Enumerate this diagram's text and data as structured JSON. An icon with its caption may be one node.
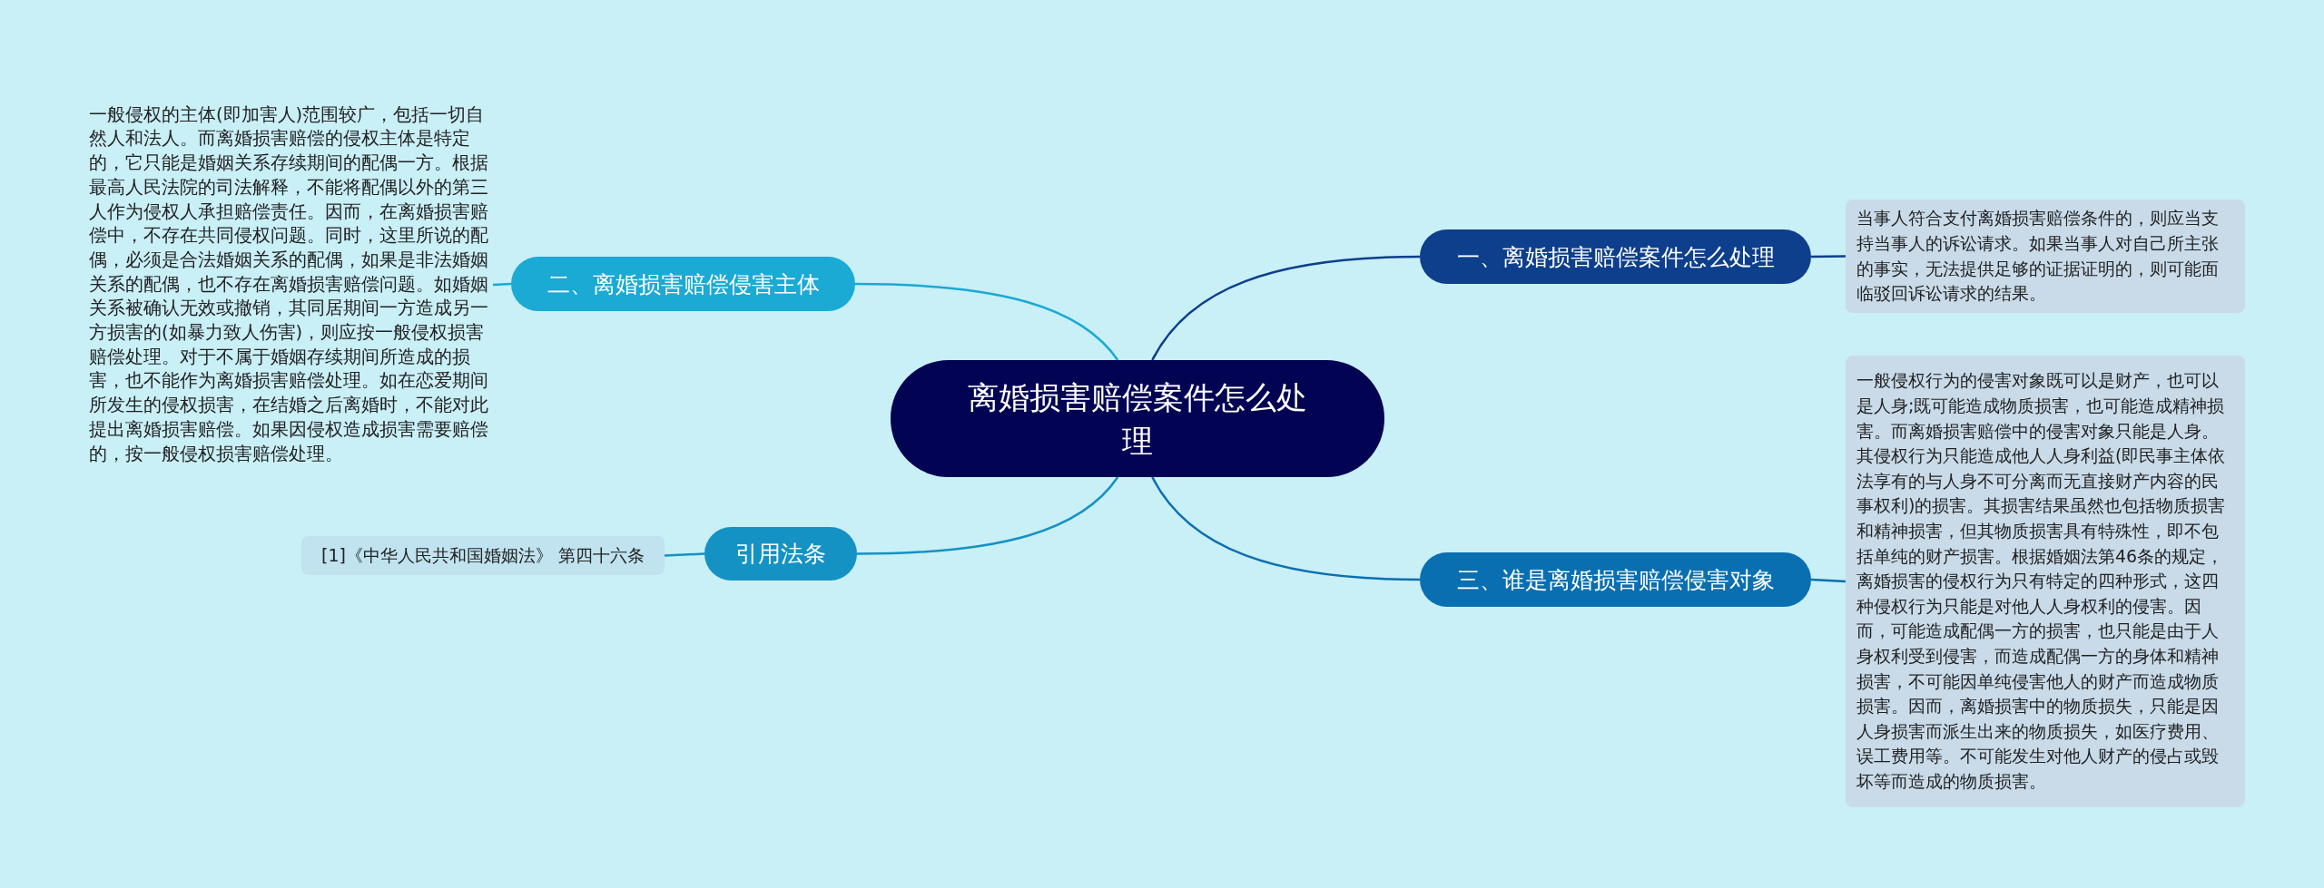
{
  "diagram": {
    "nodes": [
      {
        "text": [
          "离婚损害赔偿案件怎么处理"
        ]
      },
      {
        "text": [
          "一、离婚损害赔偿案件怎么处理"
        ]
      },
      {
        "text": [
          "当事人符合支付离婚损害赔偿条件的，则应当支持当事人的诉讼请求。如果当事人对自己所主张的事实，无法提供足够的证据证明的，则可能面临驳回诉讼请求的结果。"
        ]
      },
      {
        "text": [
          "二、离婚损害赔偿侵害主体"
        ]
      },
      {
        "text": [
          "一般侵权的主体(即加害人)范围较广，包括一切自然人和法人。而离婚损害赔偿的侵权主体是特定的，它只能是婚姻关系存续期间的配偶一方。根据最高人民法院的司法解释，不能将配偶以外的第三人作为侵权人承担赔偿责任。因而，在离婚损害赔偿中，不存在共同侵权问题。同时，这里所说的配偶，必须是合法婚姻关系的配偶，如果是非法婚姻关系的配偶，也不存在离婚损害赔偿问题。如婚姻关系被确认无效或撤销，其同居期间一方造成另一方损害的(如暴力致人伤害)，则应按一般侵权损害赔偿处理。对于不属于婚姻存续期间所造成的损害，也不能作为离婚损害赔偿处理。如在恋爱期间所发生的侵权损害，在结婚之后离婚时，不能对此提出离婚损害赔偿。如果因侵权造成损害需要赔偿的，按一般侵权损害赔偿处理。"
        ]
      },
      {
        "text": [
          "三、谁是离婚损害赔偿侵害对象"
        ]
      },
      {
        "text": [
          "一般侵权行为的侵害对象既可以是财产，也可以是人身;既可能造成物质损害，也可能造成精神损害。而离婚损害赔偿中的侵害对象只能是人身。其侵权行为只能造成他人人身利益(即民事主体依法享有的与人身不可分离而无直接财产内容的民事权利)的损害。其损害结果虽然也包括物质损害和精神损害，但其物质损害具有特殊性，即不包括单纯的财产损害。根据婚姻法第46条的规定，离婚损害的侵权行为只有特定的四种形式，这四种侵权行为只能是对他人人身权利的侵害。因而，可能造成配偶一方的损害，也只能是由于人身权利受到侵害，而造成配偶一方的身体和精神损害，不可能因单纯侵害他人的财产而造成物质损害。因而，离婚损害中的物质损失，只能是因人身损害而派生出来的物质损失，如医疗费用、误工费用等。不可能发生对他人财产的侵占或毁坏等而造成的物质损害。"
        ]
      },
      {
        "text": [
          "引用法条"
        ]
      },
      {
        "text": [
          "[1]《中华人民共和国婚姻法》 第四十六条"
        ]
      }
    ],
    "edges": [
      {
        "from": 0,
        "to": 1,
        "arrow": "none",
        "color": "#0d3f8c"
      },
      {
        "from": 1,
        "to": 2,
        "arrow": "none",
        "color": "#0d3f8c"
      },
      {
        "from": 0,
        "to": 3,
        "arrow": "none",
        "color": "#1aaad4"
      },
      {
        "from": 3,
        "to": 4,
        "arrow": "none",
        "color": "#1aaad4"
      },
      {
        "from": 0,
        "to": 5,
        "arrow": "none",
        "color": "#0a6fb0"
      },
      {
        "from": 5,
        "to": 6,
        "arrow": "none",
        "color": "#0a6fb0"
      },
      {
        "from": 0,
        "to": 7,
        "arrow": "none",
        "color": "#1492c4"
      },
      {
        "from": 7,
        "to": 8,
        "arrow": "none",
        "color": "#1492c4"
      }
    ]
  }
}
